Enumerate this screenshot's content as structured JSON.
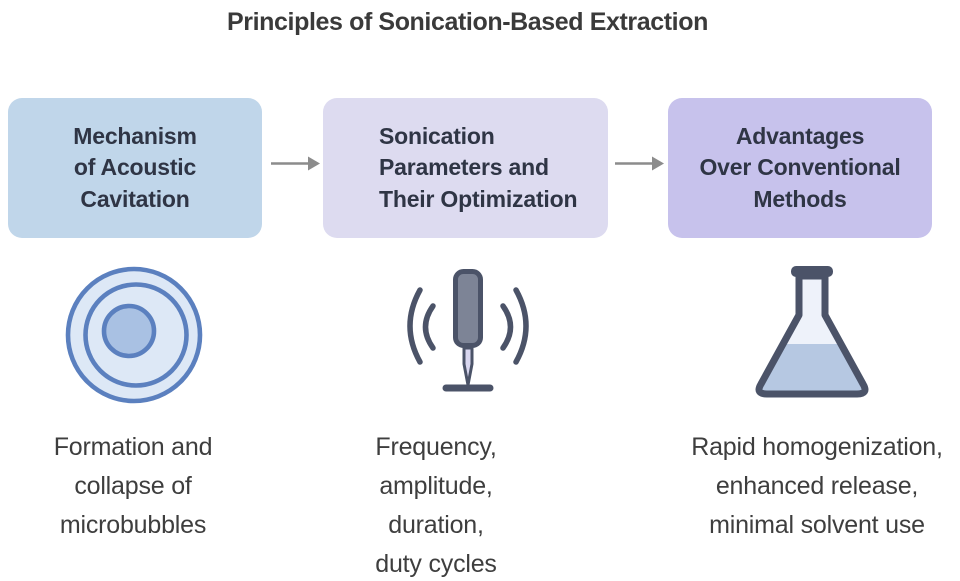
{
  "title": "Principles of Sonication-Based Extraction",
  "colors": {
    "title-text": "#3a3a3a",
    "box-text": "#2f3545",
    "caption-text": "#3e3e3e",
    "box1-bg": "#c0d6ea",
    "box2-bg": "#dddbf0",
    "box3-bg": "#c7c2ec",
    "arrow": "#8c8c8c",
    "icon-outline": "#4b5368",
    "probe-fill": "#7d8496",
    "probe-tip-fill": "#d9d7f0",
    "circle-stroke": "#5b80bf",
    "circle-fill": "#dde8f6",
    "circle-core-fill": "#a9c1e3",
    "flask-fill": "#eef2fa",
    "flask-liquid": "#b6c8e2"
  },
  "steps": [
    {
      "box_label": "Mechanism\nof Acoustic\nCavitation",
      "icon": "cavitation-bubble-icon",
      "caption": "Formation and\ncollapse of\nmicrobubbles"
    },
    {
      "box_label": "Sonication\nParameters and\nTheir Optimization",
      "icon": "sonicator-probe-icon",
      "caption": "Frequency,\namplitude,\nduration,\nduty cycles"
    },
    {
      "box_label": "Advantages\nOver Conventional\nMethods",
      "icon": "erlenmeyer-flask-icon",
      "caption": "Rapid homogenization,\nenhanced release,\nminimal solvent use"
    }
  ]
}
